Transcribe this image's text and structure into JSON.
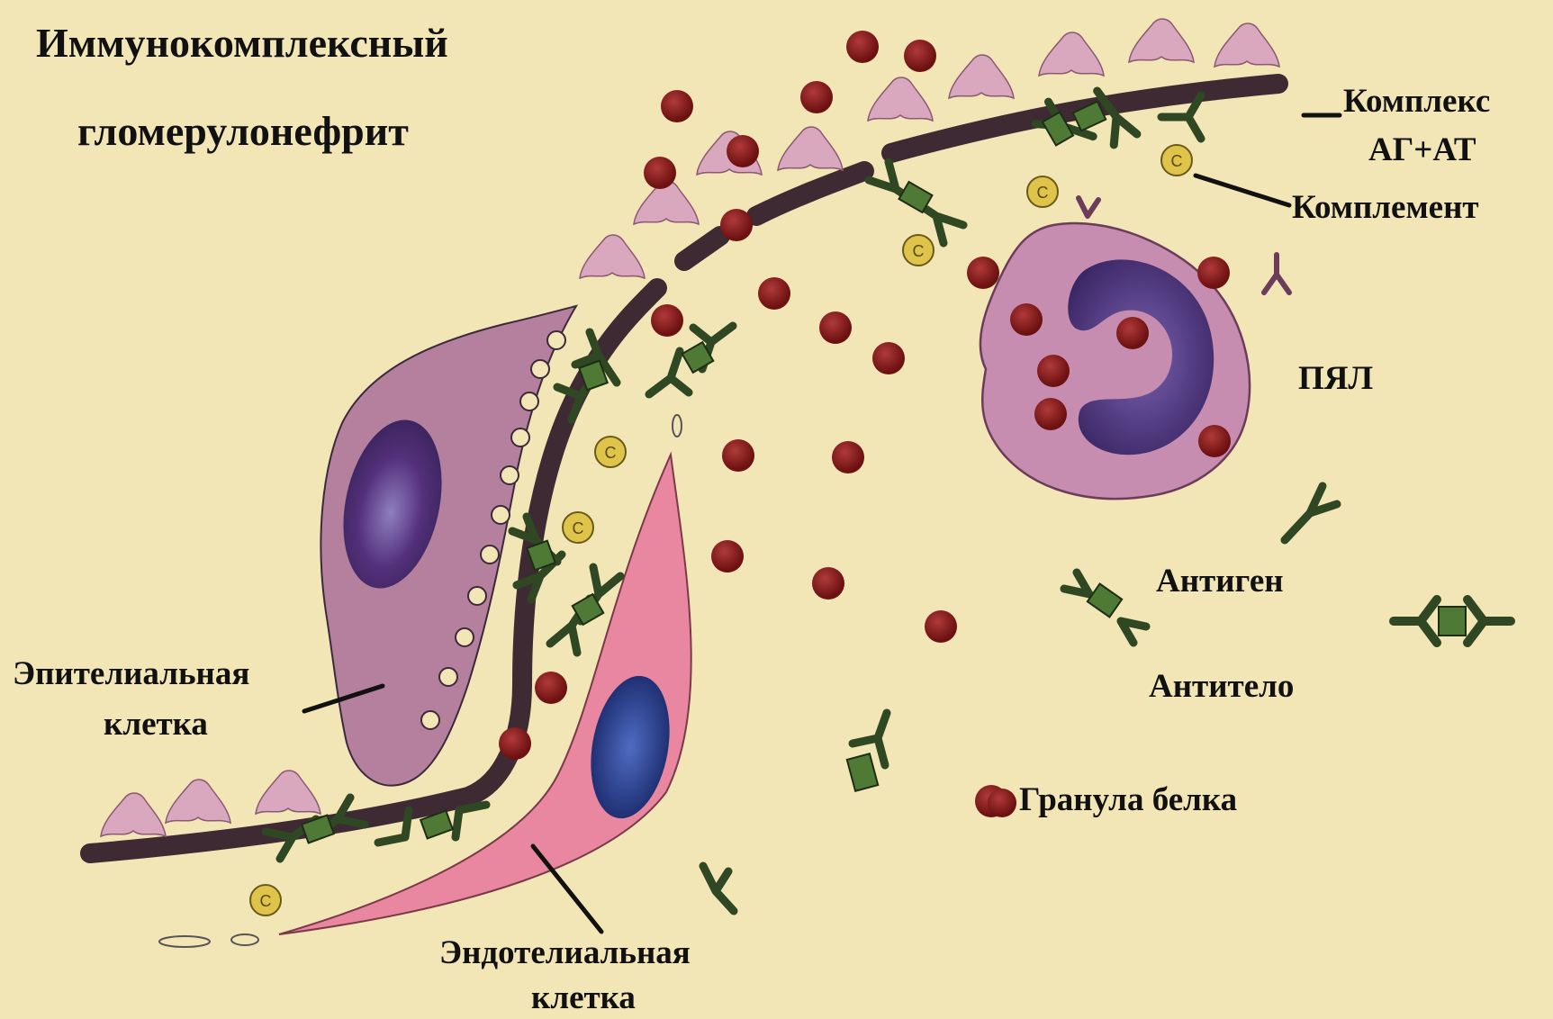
{
  "title": {
    "line1": "Иммунокомплексный",
    "line2": "гломерулонефрит"
  },
  "labels": {
    "complex_line1": "Комплекс",
    "complex_line2": "АГ+АТ",
    "complement": "Комплемент",
    "pmn": "ПЯЛ",
    "antigen": "Антиген",
    "antibody": "Антитело",
    "protein_granule": "Гранула белка",
    "epithelial_line1": "Эпителиальная",
    "epithelial_line2": "клетка",
    "endothelial_line1": "Эндотелиальная",
    "endothelial_line2": "клетка",
    "complement_symbol": "C"
  },
  "colors": {
    "background": "#f2e5b6",
    "membrane": "#3d2a33",
    "podocyte_foot": "#d9a8bf",
    "epithelial_cell": "#b57f9e",
    "epithelial_nucleus": "#4a2b6e",
    "endothelial_cell": "#e8879f",
    "endothelial_nucleus": "#1f2f7a",
    "pmn_cell": "#c68db0",
    "pmn_nucleus": "#3e2a6b",
    "protein_granule": "#7a1414",
    "antibody": "#2f4722",
    "antigen": "#4e7a36",
    "complement": "#e0c34a"
  }
}
